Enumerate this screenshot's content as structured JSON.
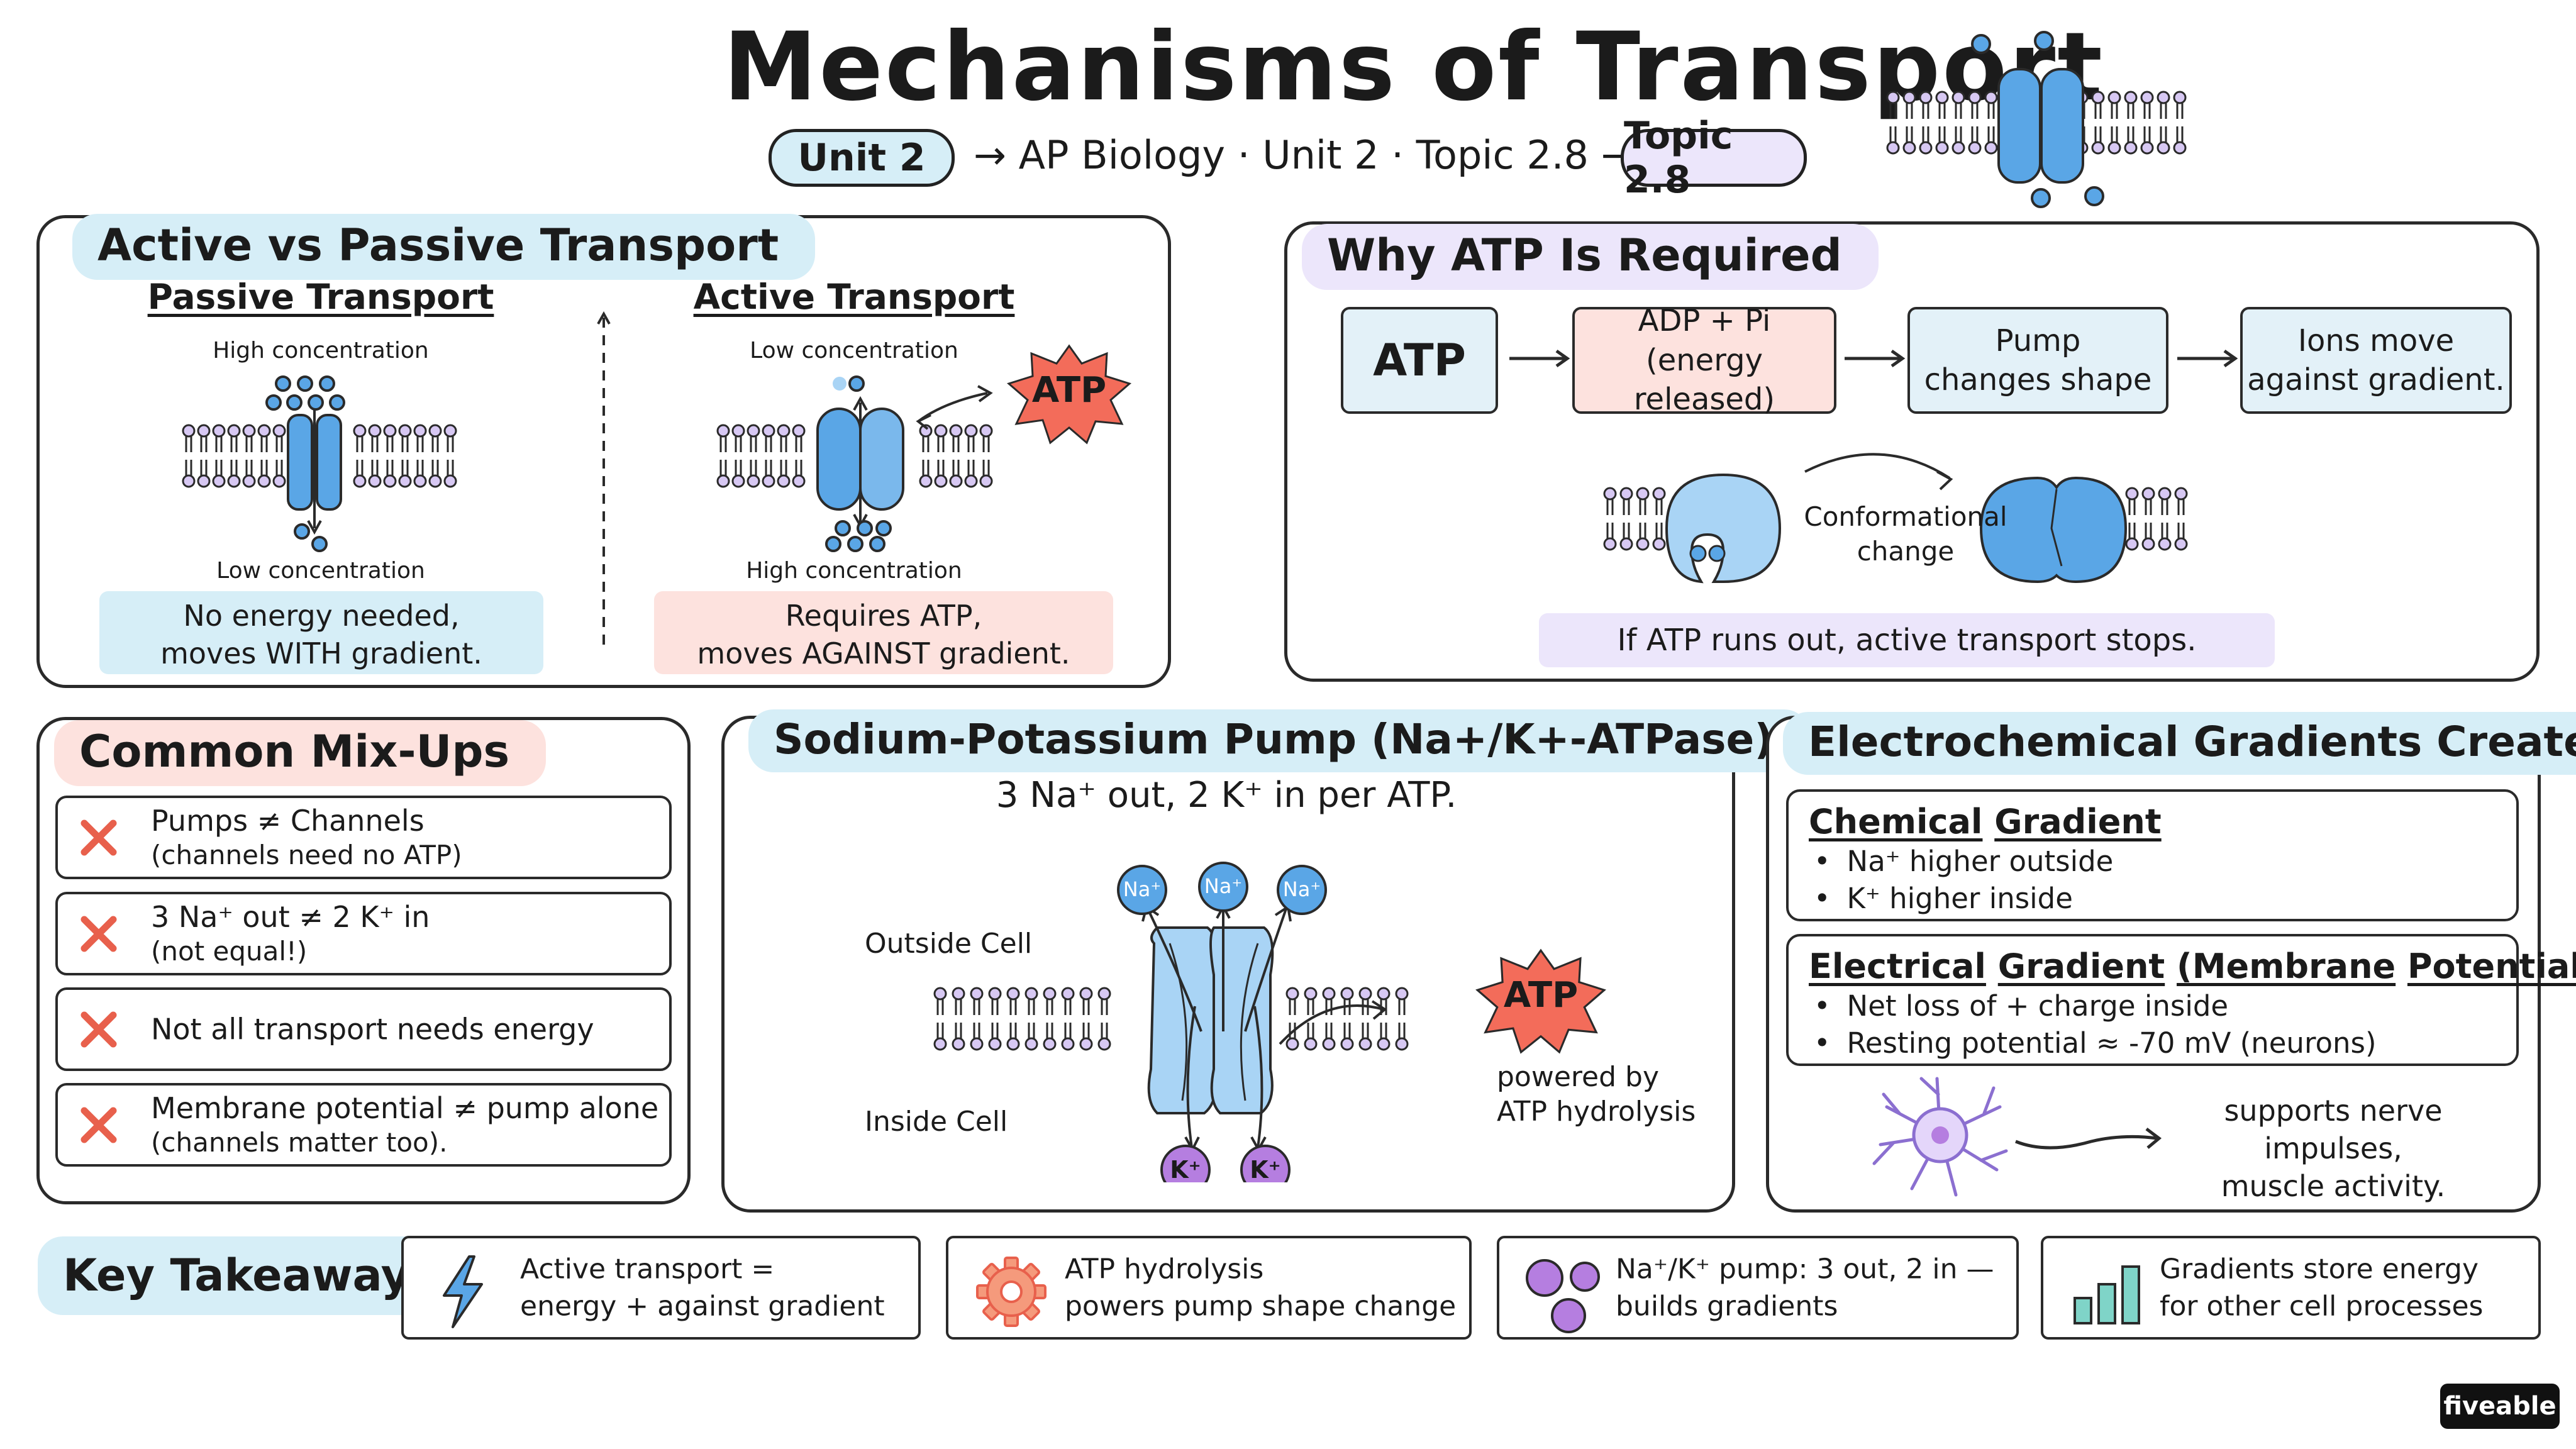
{
  "header": {
    "title": "Mechanisms of Transport",
    "unit_pill": "Unit 2",
    "subtitle": "→ AP Biology · Unit 2 · Topic 2.8 →",
    "topic_pill": "Topic 2.8"
  },
  "active_passive": {
    "title": "Active vs Passive Transport",
    "passive": {
      "title": "Passive Transport",
      "top_label": "High concentration",
      "bottom_label": "Low concentration",
      "note_line1": "No energy needed,",
      "note_line2": "moves WITH gradient."
    },
    "active": {
      "title": "Active Transport",
      "top_label": "Low concentration",
      "bottom_label": "High concentration",
      "atp": "ATP",
      "note_line1": "Requires ATP,",
      "note_line2": "moves AGAINST gradient."
    }
  },
  "why_atp": {
    "title": "Why ATP Is Required",
    "steps": [
      {
        "line1": "ATP",
        "line2": ""
      },
      {
        "line1": "ADP + Pi",
        "line2": "(energy released)"
      },
      {
        "line1": "Pump",
        "line2": "changes shape"
      },
      {
        "line1": "Ions move",
        "line2": "against gradient."
      }
    ],
    "change_line1": "Conformational",
    "change_line2": "change",
    "note": "If ATP runs out, active transport stops."
  },
  "mixups": {
    "title": "Common Mix-Ups",
    "items": [
      {
        "main": "Pumps ≠ Channels",
        "sub": "(channels need no ATP)"
      },
      {
        "main": "3 Na⁺ out ≠ 2 K⁺ in",
        "sub": "(not equal!)"
      },
      {
        "main": "Not all transport needs energy",
        "sub": ""
      },
      {
        "main": "Membrane potential ≠ pump alone",
        "sub": "(channels matter too)."
      }
    ]
  },
  "pump": {
    "title": "Sodium-Potassium Pump (Na+/K+-ATPase)",
    "subtitle": "3 Na⁺ out, 2 K⁺ in per ATP.",
    "outside": "Outside Cell",
    "inside": "Inside Cell",
    "na_label": "Na⁺",
    "k_label": "K⁺",
    "atp": "ATP",
    "powered_line1": "powered by",
    "powered_line2": "ATP hydrolysis"
  },
  "gradients": {
    "title": "Electrochemical Gradients Created",
    "chemical": {
      "word1": "Chemical",
      "word2": "Gradient",
      "bullets": [
        "Na⁺ higher outside",
        "K⁺ higher inside"
      ]
    },
    "electrical": {
      "word1": "Electrical",
      "word2": "Gradient",
      "word3": "(Membrane",
      "word4": "Potential)",
      "bullets": [
        "Net loss of + charge inside",
        "Resting potential ≈ -70 mV (neurons)"
      ]
    },
    "supports_line1": "supports nerve impulses,",
    "supports_line2": "muscle activity."
  },
  "takeaways": {
    "title": "Key Takeaways",
    "items": [
      {
        "line1": "Active transport =",
        "line2": "energy + against gradient",
        "icon": "lightning-icon"
      },
      {
        "line1": "ATP hydrolysis",
        "line2": "powers pump shape change",
        "icon": "gear-icon"
      },
      {
        "line1": "Na⁺/K⁺ pump: 3 out, 2 in —",
        "line2": "builds gradients",
        "icon": "ions-icon"
      },
      {
        "line1": "Gradients store energy",
        "line2": "for other cell processes",
        "icon": "bar-chart-icon"
      }
    ]
  },
  "brand": "fiveable",
  "colors": {
    "blue_hl": "#d6eef7",
    "red_hl": "#fde2de",
    "purple_hl": "#ece6fb",
    "protein": "#5aa6e6",
    "atp_burst": "#f36c5a",
    "x_mark": "#e8604c",
    "ion_purple": "#b57ee0"
  }
}
